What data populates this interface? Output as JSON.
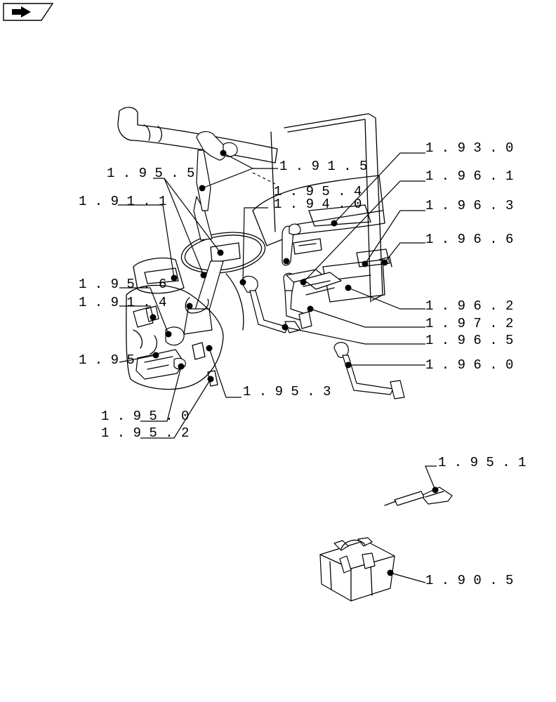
{
  "navigation": {
    "icon": "forward-arrow-icon"
  },
  "callouts": [
    "1 . 9 3 . 0",
    "1 . 9 6 . 1",
    "1 . 9 6 . 3",
    "1 . 9 6 . 6",
    "1 . 9 6 . 2",
    "1 . 9 7 . 2",
    "1 . 9 6 . 5",
    "1 . 9 6 . 0",
    "1 . 9 1 . 5",
    "1 . 9 5 . 4",
    "1 . 9 4 . 0",
    "1 . 9 5 . 5",
    "1 . 9 1 . 1",
    "1 . 9 5 . 6",
    "1 . 9 1 . 4",
    "1 . 9 5",
    "1 . 9 5 . 3",
    "1 . 9 5 . 0",
    "1 . 9 5 . 2",
    "1 . 9 5 . 1",
    "1 . 9 0 . 5"
  ]
}
